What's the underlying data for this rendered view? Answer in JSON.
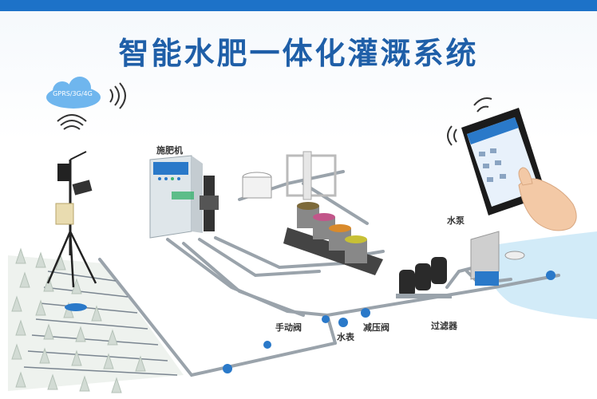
{
  "title": "智能水肥一体化灌溉系统",
  "network_badge": "GPRS/3G/4G",
  "labels": {
    "fertilizer_machine": "施肥机",
    "water_pump": "水泵",
    "manual_valve": "手动阀",
    "pressure_reducing_valve": "减压阀",
    "water_meter": "水表",
    "filter": "过滤器"
  },
  "colors": {
    "title": "#1f5fa8",
    "top_bar": "#1d72c8",
    "cloud": "#6fb6ee",
    "pipe": "#9aa3ab",
    "valve": "#2a79c9",
    "filter_body": "#2a2a2a",
    "field": "#cdd7cf",
    "water": "#bfe3f5"
  },
  "icons": [
    "cloud-icon",
    "wifi-icon",
    "weather-station-icon",
    "fertilizer-machine-icon",
    "pump-icon",
    "tank-icon",
    "filter-icon",
    "valve-icon",
    "smartphone-icon",
    "hand-icon",
    "crop-icon"
  ]
}
